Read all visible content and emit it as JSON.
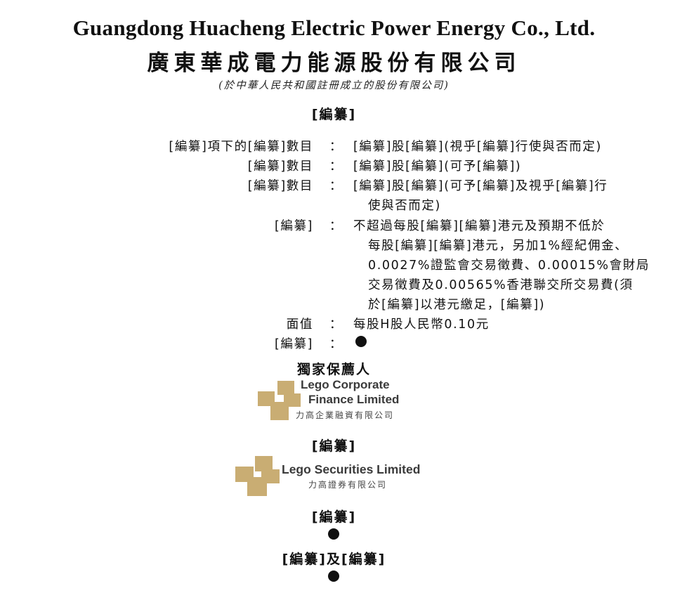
{
  "header": {
    "title_en": "Guangdong Huacheng Electric Power Energy Co., Ltd.",
    "title_zh": "廣東華成電力能源股份有限公司",
    "subtitle": "(於中華人民共和國註冊成立的股份有限公司)"
  },
  "section_heading": "[編纂]",
  "offer_details": [
    {
      "label": "[編纂]項下的[編纂]數目",
      "colon": "：",
      "lines": [
        "[編纂]股[編纂](視乎[編纂]行使與否而定)"
      ]
    },
    {
      "label": "[編纂]數目",
      "colon": "：",
      "lines": [
        "[編纂]股[編纂](可予[編纂])"
      ]
    },
    {
      "label": "[編纂]數目",
      "colon": "：",
      "lines": [
        "[編纂]股[編纂](可予[編纂]及視乎[編纂]行",
        "使與否而定)"
      ]
    },
    {
      "label": "[編纂]",
      "colon": "：",
      "lines": [
        "不超過每股[編纂][編纂]港元及預期不低於",
        "每股[編纂][編纂]港元，另加1%經紀佣金、",
        "0.0027%證監會交易徵費、0.00015%會財局",
        "交易徵費及0.00565%香港聯交所交易費(須",
        "於[編纂]以港元繳足，[編纂])"
      ]
    },
    {
      "label": "面值",
      "colon": "：",
      "lines": [
        "每股H股人民幣0.10元"
      ]
    },
    {
      "label": "[編纂]",
      "colon": "："
    }
  ],
  "sponsor": {
    "heading": "獨家保薦人",
    "logo_line1": "Lego Corporate",
    "logo_line2": "Finance Limited",
    "logo_zh": "力高企業融資有限公司"
  },
  "section2": {
    "heading": "[編纂]",
    "logo_name": "Lego Securities Limited",
    "logo_zh": "力高證券有限公司"
  },
  "section3": {
    "heading": "[編纂]"
  },
  "section4": {
    "heading": "[編纂]及[編纂]"
  },
  "colors": {
    "logo_gold": "#c9ad73",
    "logo_text": "#3a3a3a"
  }
}
